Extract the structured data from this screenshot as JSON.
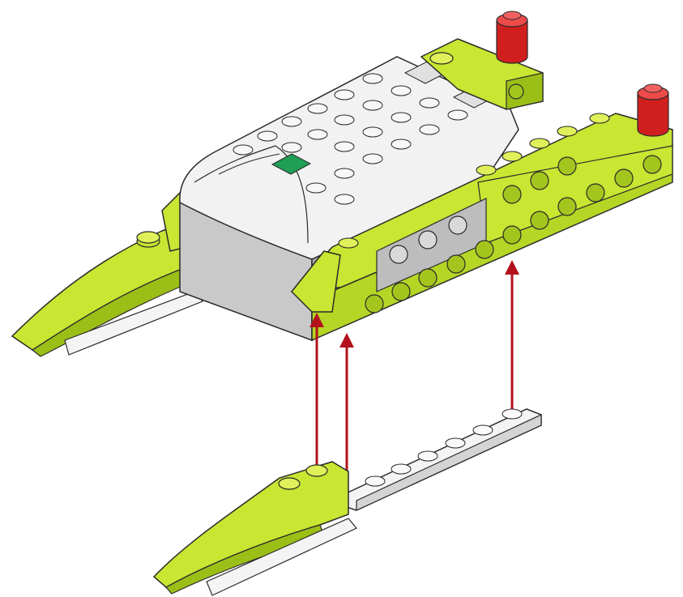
{
  "diagram": {
    "kind": "building-instruction-step",
    "colors": {
      "lime": "#c8e632",
      "lime_dark": "#9cbf18",
      "lime_shadow": "#8aa812",
      "hub_white": "#f2f2f2",
      "hub_grey": "#c9c9c9",
      "hub_grey_dark": "#a8a8a8",
      "plate_white": "#f4f4f4",
      "plate_edge": "#bdbdbd",
      "stud_red": "#d11f1f",
      "arrow_red": "#b3121c",
      "led_green": "#1f9e55",
      "outline": "#2a2a2a"
    },
    "parts": [
      {
        "name": "smarthub",
        "color": "white-grey"
      },
      {
        "name": "left-runner",
        "color": "lime"
      },
      {
        "name": "right-beam",
        "color": "lime"
      },
      {
        "name": "loose-plate",
        "color": "white"
      },
      {
        "name": "loose-wedge",
        "color": "lime"
      },
      {
        "name": "red-round-brick",
        "color": "red",
        "count": 2
      }
    ],
    "arrows": 3
  }
}
